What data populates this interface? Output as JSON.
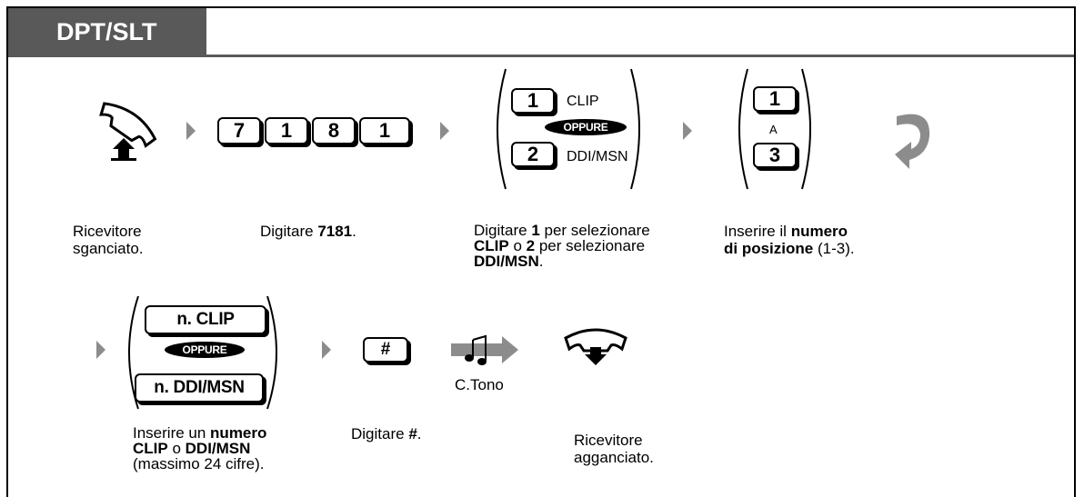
{
  "header": {
    "title": "DPT/SLT"
  },
  "steps": {
    "s1": {
      "label_a": "Ricevitore",
      "label_b": "sganciato."
    },
    "s2": {
      "keys": [
        "7",
        "1",
        "8",
        "1"
      ],
      "label_a": "Digitare ",
      "label_b": "7181",
      "label_c": "."
    },
    "s3": {
      "key1": "1",
      "opt1": "CLIP",
      "or": "OPPURE",
      "key2": "2",
      "opt2": "DDI/MSN",
      "l1a": "Digitare ",
      "l1b": "1",
      "l1c": " per selezionare",
      "l2a": "CLIP",
      "l2b": " o ",
      "l2c": "2",
      "l2d": " per selezionare",
      "l3a": "DDI/MSN",
      "l3b": "."
    },
    "s4": {
      "key_top": "1",
      "mid": "A",
      "key_bottom": "3",
      "l1a": "Inserire il ",
      "l1b": "numero",
      "l2a": "di posizione",
      "l2b": " (1-3)."
    },
    "s5": {
      "key1": "n. CLIP",
      "or": "OPPURE",
      "key2": "n. DDI/MSN",
      "l1a": "Inserire un ",
      "l1b": "numero",
      "l2a": "CLIP",
      "l2b": " o ",
      "l2c": "DDI/MSN",
      "l3": "(massimo 24 cifre)."
    },
    "s6": {
      "key": "#",
      "label_a": "Digitare ",
      "label_b": "#",
      "label_c": "."
    },
    "s7": {
      "tone": "C.Tono"
    },
    "s8": {
      "label_a": "Ricevitore",
      "label_b": "agganciato."
    }
  },
  "colors": {
    "header_bg": "#595959",
    "arrow": "#8c8c8c",
    "ink": "#000000"
  }
}
